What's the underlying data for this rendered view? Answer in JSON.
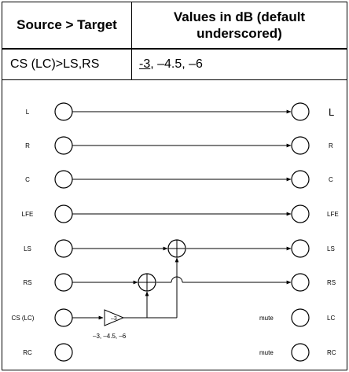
{
  "table": {
    "header_source": "Source > Target",
    "header_values": "Values in dB (default underscored)",
    "row": {
      "source": "CS (LC)>LS,RS",
      "default_value": "-3",
      "other_values": ", –4.5, –6"
    }
  },
  "diagram": {
    "inputs": [
      "L",
      "R",
      "C",
      "LFE",
      "LS",
      "RS",
      "CS (LC)",
      "RC"
    ],
    "outputs": [
      "L",
      "R",
      "C",
      "LFE",
      "LS",
      "RS",
      "LC",
      "RC"
    ],
    "gain_label": "–3",
    "gain_values": "–3, –4.5, –6",
    "mute_label": "mute"
  }
}
